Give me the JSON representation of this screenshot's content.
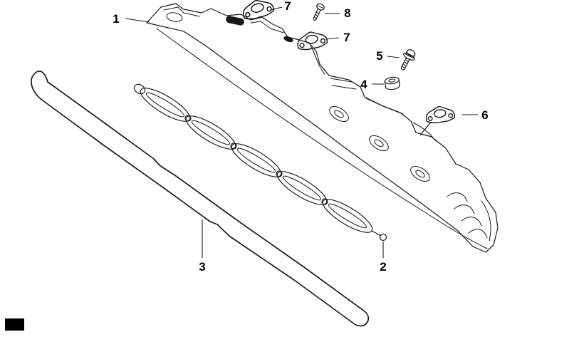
{
  "diagram": {
    "kind": "exploded-parts-diagram",
    "background": "#ffffff",
    "line_color": "#1a1a1a",
    "corner_marker_color": "#000000"
  },
  "callouts": {
    "c1": {
      "label": "1"
    },
    "c7a": {
      "label": "7"
    },
    "c8": {
      "label": "8"
    },
    "c7b": {
      "label": "7"
    },
    "c5": {
      "label": "5"
    },
    "c4": {
      "label": "4"
    },
    "c6": {
      "label": "6"
    },
    "c3": {
      "label": "3"
    },
    "c2": {
      "label": "2"
    }
  }
}
